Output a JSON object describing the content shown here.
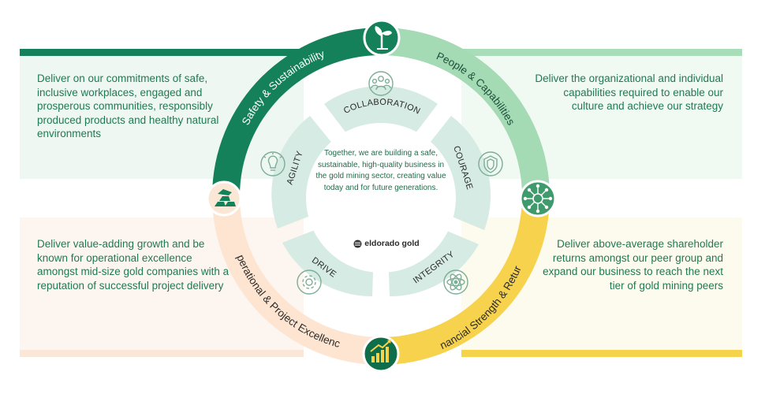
{
  "panels": {
    "safety_text": "Deliver on our commitments of safe, inclusive workplaces, engaged and prosperous communities, responsibly produced products and healthy natural environments",
    "people_text": "Deliver the organizational and individual capabilities required to enable our culture and achieve our strategy",
    "operational_text": "Deliver value-adding growth and be known for operational excellence amongst mid-size gold companies with a reputation of successful project delivery",
    "financial_text": "Deliver above-average shareholder returns amongst our peer group and expand our business to reach the next tier of gold mining peers"
  },
  "ring_labels": {
    "safety": "Safety & Sustainability",
    "people": "People & Capabilities",
    "financial": "Financial Strength & Returns",
    "operational": "Operational & Project Excellence"
  },
  "values": {
    "collaboration": "COLLABORATION",
    "courage": "COURAGE",
    "integrity": "INTEGRITY",
    "drive": "DRIVE",
    "agility": "AGILITY"
  },
  "center": {
    "statement": "Together, we are building a safe, sustainable, high-quality business in the gold mining sector, creating value today and for future generations.",
    "logo_text": "eldorado gold"
  },
  "icons": [
    "sprout-icon",
    "network-icon",
    "growth-chart-icon",
    "gold-bars-icon",
    "team-icon",
    "shield-icon",
    "atom-icon",
    "gear-icon",
    "lightbulb-icon"
  ],
  "colors": {
    "safety": "#14815a",
    "people": "#a4dab4",
    "financial": "#f6d24d",
    "operational": "#fde5d2",
    "petal": "#d5ebe3",
    "text_green": "#1f7a52"
  }
}
